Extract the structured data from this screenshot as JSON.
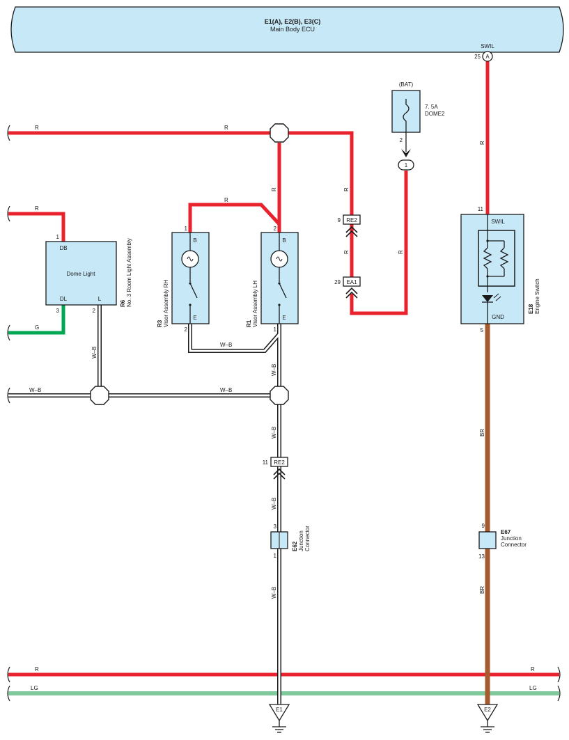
{
  "colors": {
    "red": "#e8232e",
    "green": "#00a651",
    "brown": "#a65a2e",
    "lightgreen": "#7fc99a",
    "component_fill": "#c6e8f7",
    "wire_wb": "#ffffff"
  },
  "ecu": {
    "title": "E1(A), E2(B), E3(C)",
    "subtitle": "Main Body ECU",
    "pin_label": "SWIL",
    "pin_no": "25",
    "connector": "A"
  },
  "fuse": {
    "source": "(BAT)",
    "rating": "7. 5A",
    "name": "DOME2",
    "pin": "2",
    "joint": "1"
  },
  "dome": {
    "code": "R6",
    "name": "No. 3 Room Light Assembly",
    "label": "Dome Light",
    "p_db": "DB",
    "p_dl": "DL",
    "p_l": "L",
    "n_db": "1",
    "n_dl": "3",
    "n_l": "2"
  },
  "visor_rh": {
    "code": "R3",
    "name": "Visor Assembly RH",
    "p_b": "B",
    "p_e": "E",
    "n_b": "1",
    "n_e": "2"
  },
  "visor_lh": {
    "code": "R1",
    "name": "Visor Assembly LH",
    "p_b": "B",
    "p_e": "E",
    "n_b": "2",
    "n_e": "1"
  },
  "engine": {
    "code": "E18",
    "name": "Engine Switch",
    "p_swil": "SWIL",
    "p_gnd": "GND",
    "n_top": "11",
    "n_bot": "5"
  },
  "e62": {
    "code": "E62",
    "name1": "Junction",
    "name2": "Connector",
    "n_top": "3",
    "n_bot": "1"
  },
  "e67": {
    "code": "E67",
    "name1": "Junction",
    "name2": "Connector",
    "n_top": "9",
    "n_bot": "13"
  },
  "inline": {
    "re2_a": "RE2",
    "re2_a_pin": "9",
    "ea1": "EA1",
    "ea1_pin": "29",
    "re2_b": "RE2",
    "re2_b_pin": "11"
  },
  "wires": {
    "r": "R",
    "g": "G",
    "wb": "W–B",
    "br": "BR",
    "lg": "LG"
  },
  "grounds": {
    "e1": "E1",
    "e2": "E2"
  }
}
